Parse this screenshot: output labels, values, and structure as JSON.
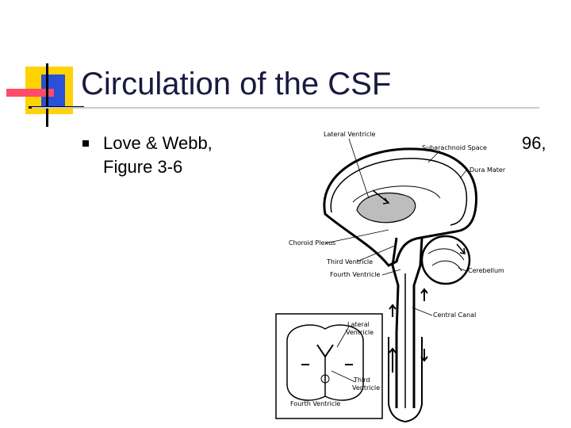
{
  "slide": {
    "title": "Circulation of the CSF",
    "bullet": {
      "line1": "Love & Webb,",
      "line2": "Figure 3-6"
    },
    "trailing_text": "96,"
  },
  "figure": {
    "labels": {
      "lateral_ventricle": "Lateral Ventricle",
      "subarachnoid_space": "Subarachnoid Space",
      "dura_mater": "Dura Mater",
      "choroid_plexus": "Choroid Plexus",
      "third_ventricle": "Third Ventricle",
      "fourth_ventricle": "Fourth Ventricle",
      "cerebellum": "Cerebellum",
      "central_canal": "Central Canal"
    },
    "inset_labels": {
      "lateral": "Lateral",
      "ventricle": "Ventricle",
      "third": "Third",
      "ventricle2": "Ventricle",
      "fourth_ventricle": "Fourth Ventricle"
    }
  },
  "colors": {
    "title": "#1a1a40",
    "deco_yellow": "#ffd200",
    "deco_red": "#ff4a6a",
    "deco_blue": "#2a50d8"
  }
}
